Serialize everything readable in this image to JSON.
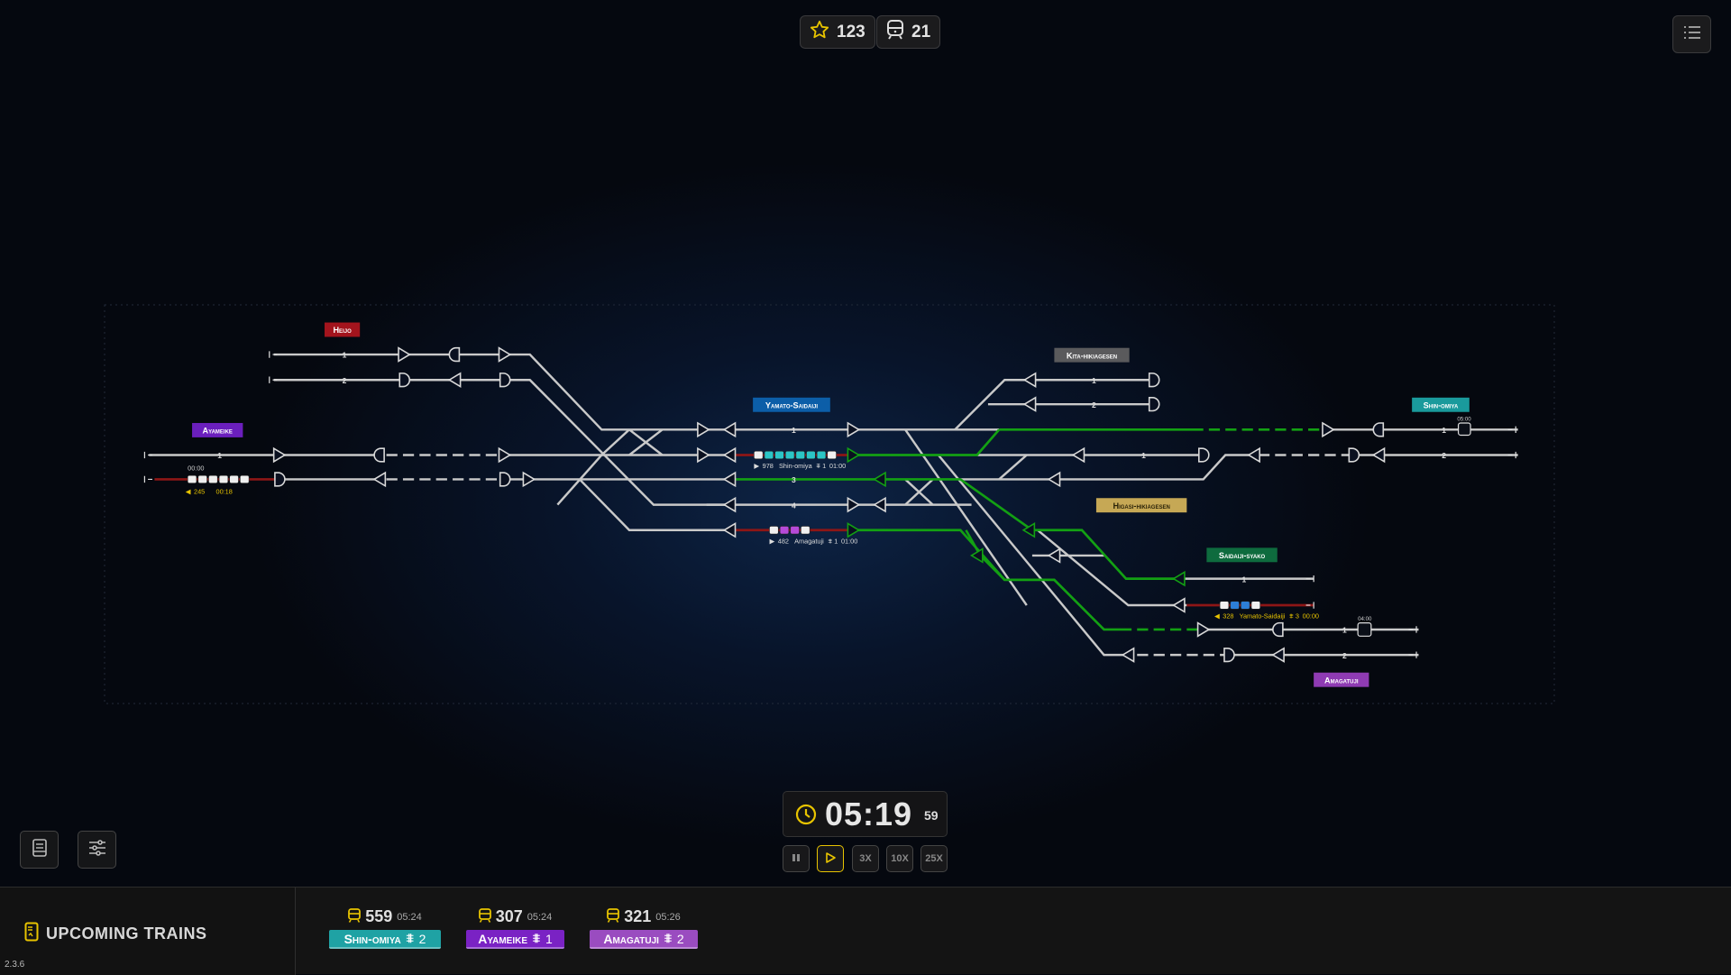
{
  "header": {
    "stars": "123",
    "trains_count": "21"
  },
  "stations": {
    "heijo": "Heijo",
    "ayameike": "Ayameike",
    "yamato_saidaiji": "Yamato-Saidaiji",
    "kita_hikiagesen": "Kita-hikiagesen",
    "shin_omiya": "Shin-omiya",
    "higasi_hikiagesen": "Higasi-hikiagesen",
    "saidaiji_syako": "Saidaiji-syako",
    "amagatuji": "Amagatuji"
  },
  "track_numbers": [
    "1",
    "2",
    "1",
    "1",
    "3",
    "4",
    "1",
    "2",
    "1",
    "1",
    "2",
    "1",
    "1",
    "2"
  ],
  "trains": [
    {
      "id": "245",
      "time": "00:18",
      "timer": "00:00"
    },
    {
      "id": "978",
      "destination": "Shin-omiya",
      "platform": "1",
      "time": "01:00"
    },
    {
      "id": "482",
      "destination": "Amagatuji",
      "platform": "1",
      "time": "01:00"
    },
    {
      "id": "328",
      "destination": "Yamato-Saidaiji",
      "platform": "3",
      "time": "00:00"
    }
  ],
  "depot_timers": [
    "05:00",
    "04:00"
  ],
  "clock": {
    "time": "05:19",
    "seconds": "59"
  },
  "speed_controls": {
    "x3": "3X",
    "x10": "10X",
    "x25": "25X",
    "active": "play"
  },
  "upcoming": {
    "title": "UPCOMING TRAINS",
    "items": [
      {
        "number": "559",
        "time": "05:24",
        "station": "Shin-omiya",
        "platform": "2",
        "color": "#1fa2a4"
      },
      {
        "number": "307",
        "time": "05:24",
        "station": "Ayameike",
        "platform": "1",
        "color": "#7a22c4"
      },
      {
        "number": "321",
        "time": "05:26",
        "station": "Amagatuji",
        "platform": "2",
        "color": "#9a4cc0"
      }
    ]
  },
  "version": "2.3.6",
  "colors": {
    "accent": "#e8c400",
    "track": "#c9c9c9",
    "route": "#13a013",
    "occupied": "#8e1616"
  }
}
